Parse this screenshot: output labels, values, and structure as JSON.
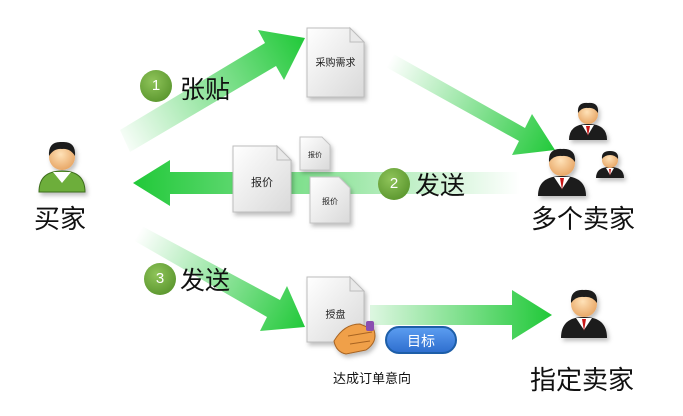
{
  "buyer": {
    "label": "买家"
  },
  "sellers": {
    "label": "多个卖家"
  },
  "target_seller": {
    "label": "指定卖家"
  },
  "steps": [
    {
      "number": "1",
      "label": "张贴"
    },
    {
      "number": "2",
      "label": "发送"
    },
    {
      "number": "3",
      "label": "发送"
    }
  ],
  "documents": {
    "purchase_request": "采购需求",
    "quote_main": "报价",
    "quote_small": "报价",
    "quote_mid": "报价",
    "award": "授盘"
  },
  "target_button": "目标",
  "deal_caption": "达成订单意向",
  "colors": {
    "arrow": "#22c93a",
    "step_badge": "#5e9a2e",
    "button": "#3a7fdc",
    "buyer_shirt": "#7bc043",
    "seller_tie": "#c81818"
  },
  "icons": [
    "buyer-person-icon",
    "seller-person-icon",
    "document-icon",
    "handshake-icon"
  ]
}
